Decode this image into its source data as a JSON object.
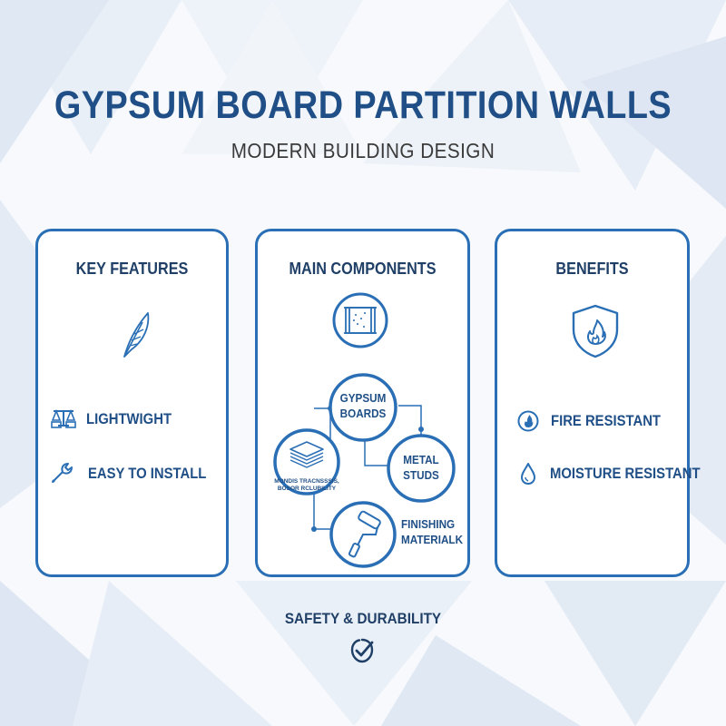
{
  "header": {
    "title": "GYPSUM BOARD PARTITION WALLS",
    "subtitle": "MODERN BUILDING DESIGN"
  },
  "key_features": {
    "title": "KEY FEATURES",
    "header_icon": "feather-icon",
    "items": [
      {
        "label": "LIGHTWIGHT",
        "icon": "balance-scale-icon"
      },
      {
        "label": "EASY TO INSTALL",
        "icon": "wrench-icon"
      }
    ]
  },
  "main_components": {
    "title": "MAIN COMPONENTS",
    "header_icon": "wall-frame-icon",
    "nodes": [
      {
        "label": "GYPSUM BOARDS"
      },
      {
        "label": "METAL STUDS"
      },
      {
        "label": "MONDIS TRACNSSSIS, BOSOR RCLUBILITY",
        "icon": "stacked-boards-icon"
      },
      {
        "label": "FINISHING MATERIALK",
        "icon": "paint-roller-icon"
      }
    ]
  },
  "benefits": {
    "title": "BENEFITS",
    "header_icon": "fire-shield-icon",
    "items": [
      {
        "label": "FIRE RESISTANT",
        "icon": "fire-icon"
      },
      {
        "label": "MOISTURE RESISTANT",
        "icon": "water-drop-icon"
      }
    ]
  },
  "footer": {
    "label": "SAFETY & DURABILITY",
    "icon": "checkmark-shield-icon"
  },
  "colors": {
    "primary": "#2a6fb5",
    "title": "#1f4f86",
    "dark": "#1f3f66"
  }
}
